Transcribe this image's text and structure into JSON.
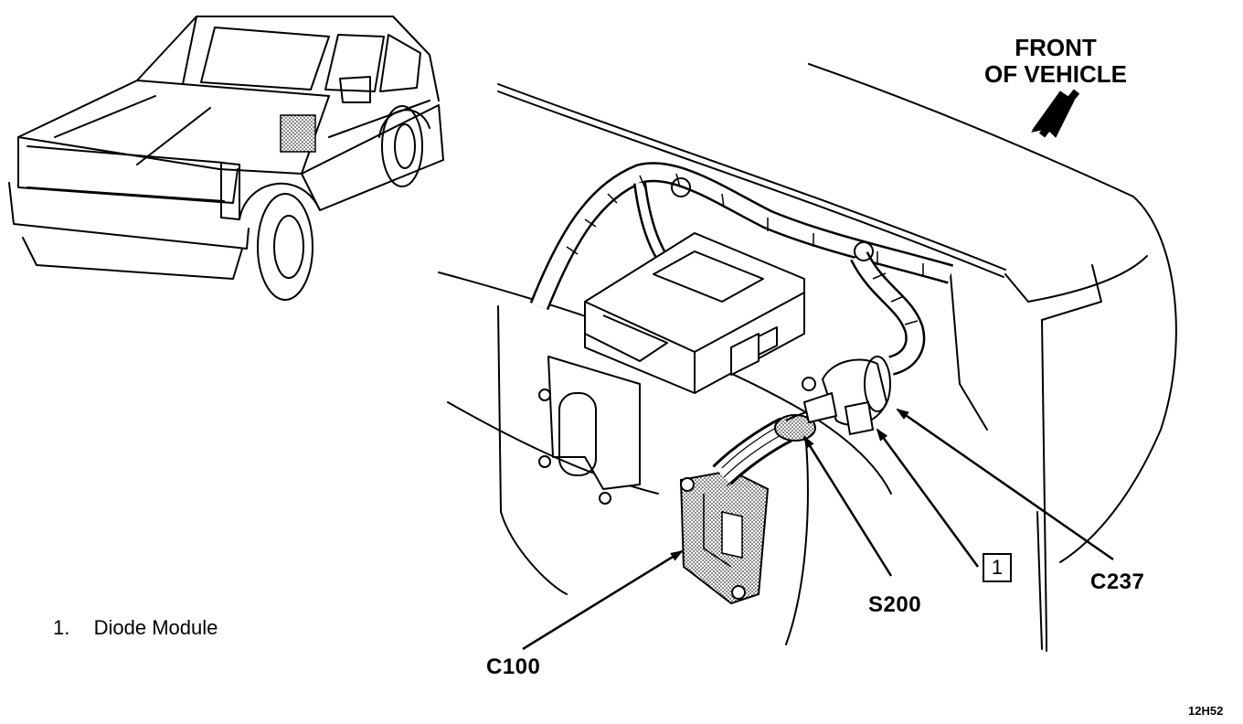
{
  "orientation": {
    "line1": "FRONT",
    "line2": "OF VEHICLE"
  },
  "callouts": {
    "c100": "C100",
    "s200": "S200",
    "c237": "C237",
    "item1_box": "1"
  },
  "legend": {
    "number": "1.",
    "text": "Diode Module"
  },
  "figure_code": "12H52"
}
